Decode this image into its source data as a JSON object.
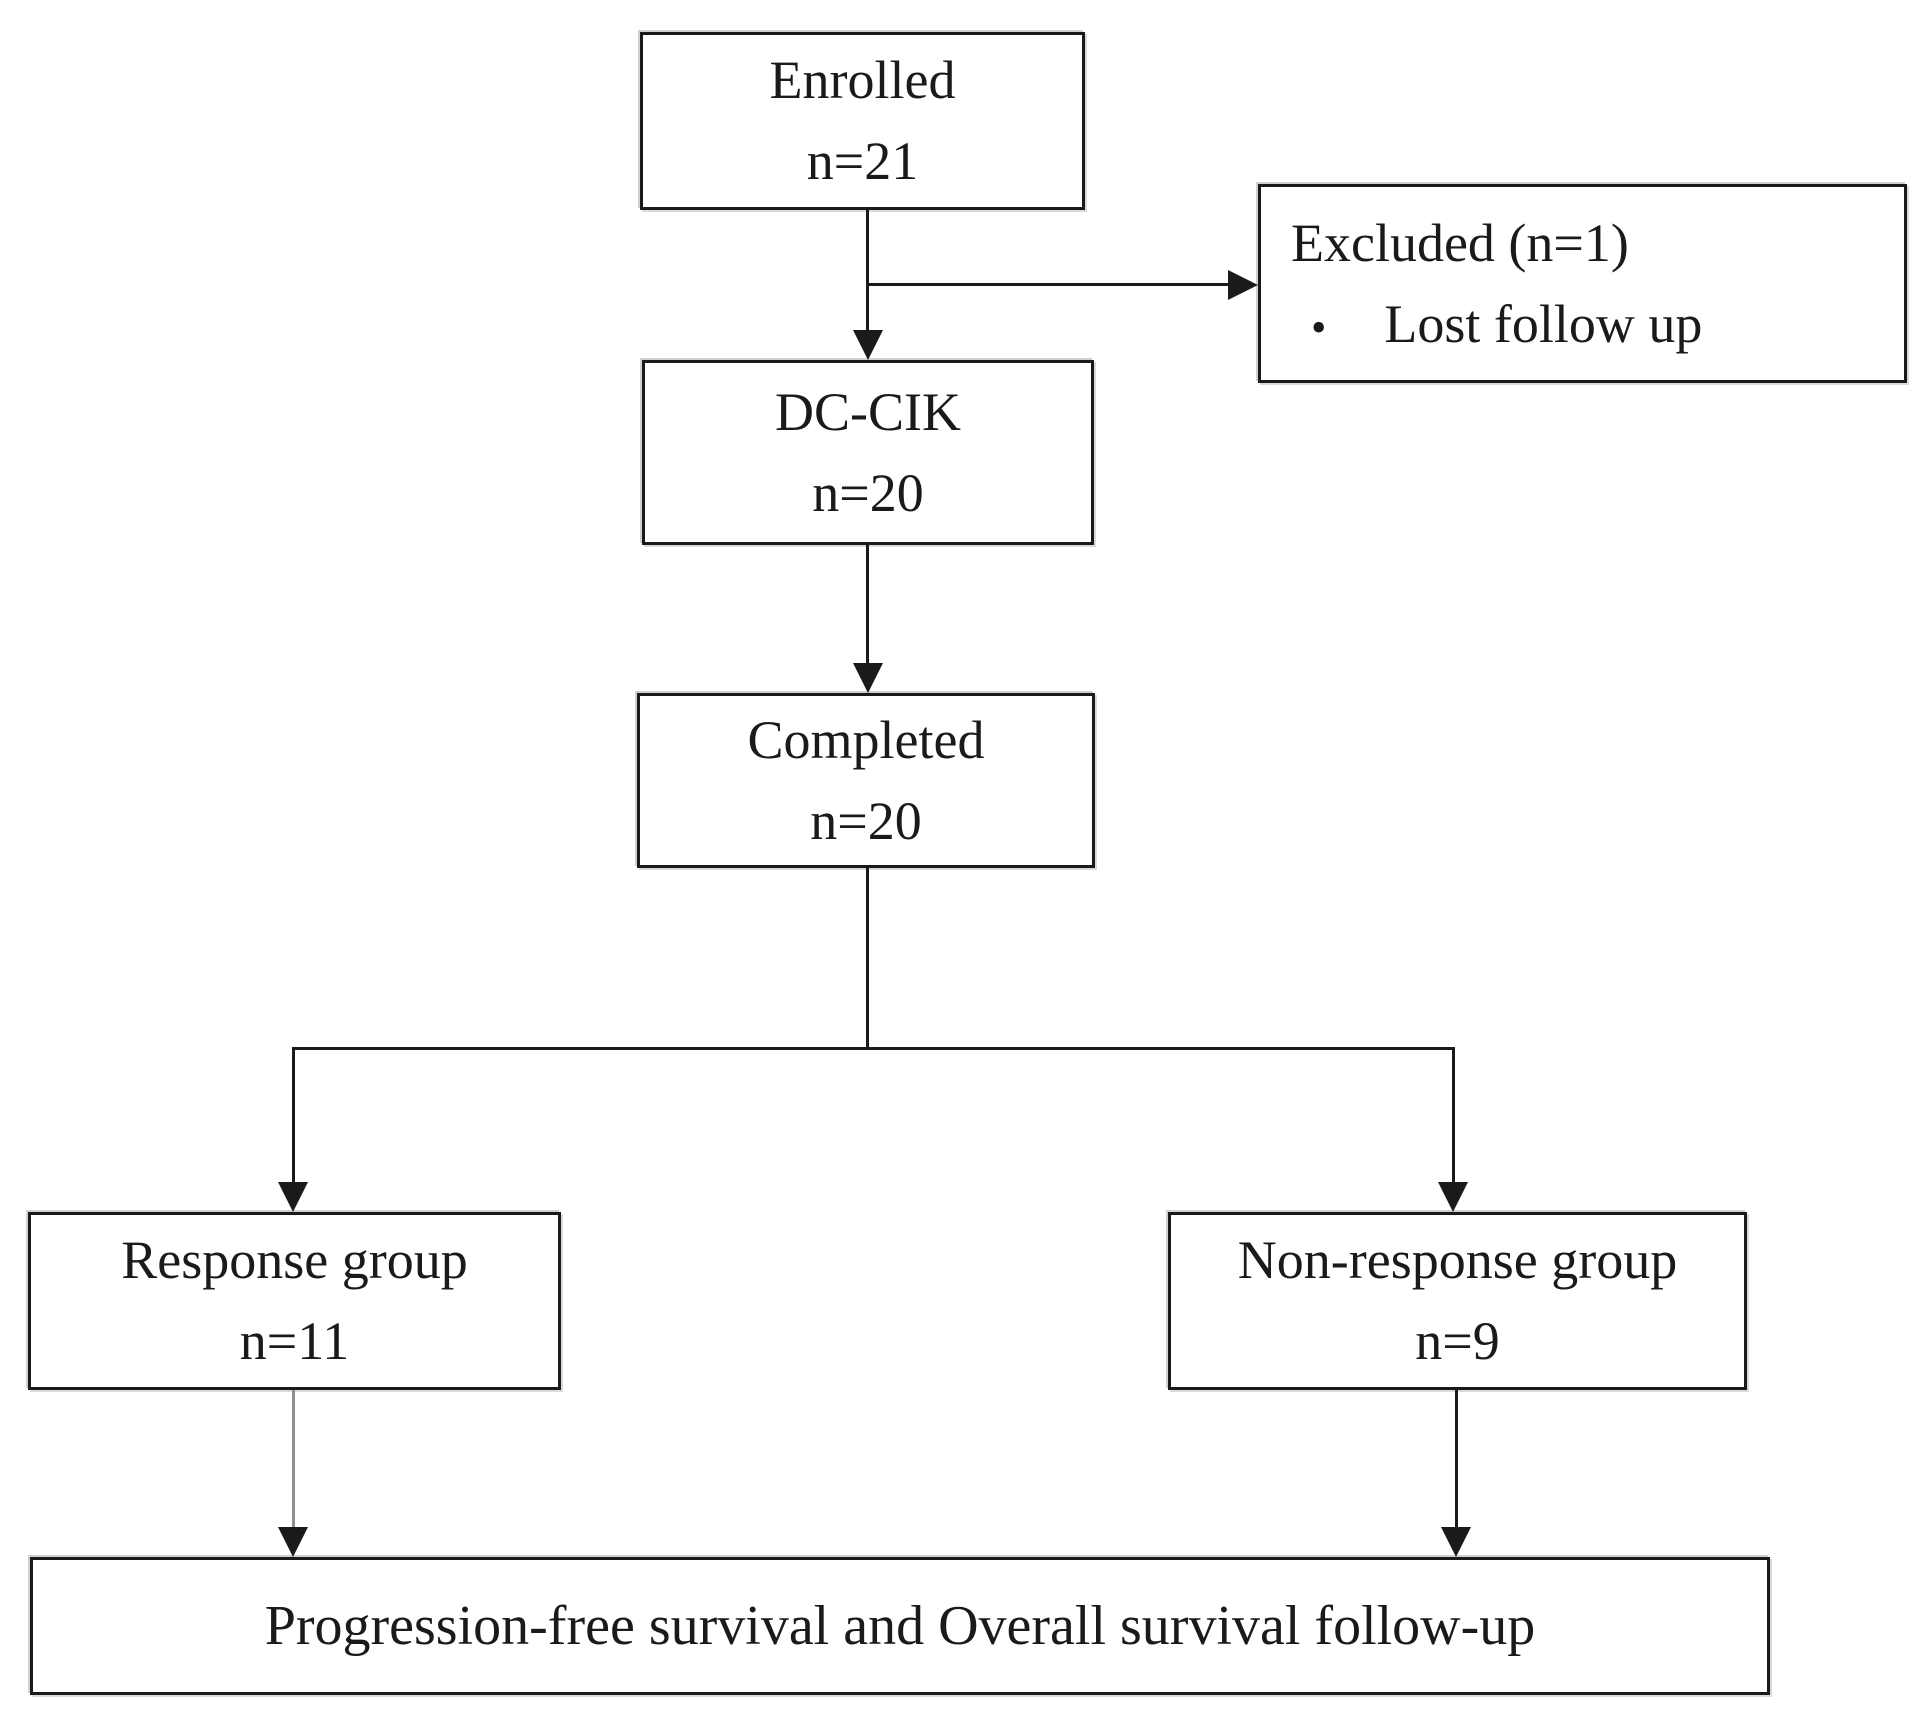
{
  "diagram": {
    "type": "flowchart",
    "description": "CONSORT-style patient enrollment flow diagram",
    "nodes": {
      "enrolled": {
        "label": "Enrolled",
        "count": "n=21"
      },
      "excluded": {
        "label": "Excluded (n=1)",
        "bullet_glyph": "•",
        "reason": "Lost follow up"
      },
      "dc_cik": {
        "label": "DC-CIK",
        "count": "n=20"
      },
      "completed": {
        "label": "Completed",
        "count": "n=20"
      },
      "response": {
        "label": "Response group",
        "count": "n=11"
      },
      "non_response": {
        "label": "Non-response group",
        "count": "n=9"
      },
      "followup": {
        "label": "Progression-free survival and Overall survival follow-up"
      }
    },
    "edges": [
      "enrolled -> dc_cik",
      "enrolled -> excluded",
      "dc_cik -> completed",
      "completed -> response",
      "completed -> non_response",
      "response -> followup",
      "non_response -> followup"
    ],
    "colors": {
      "background": "#ffffff",
      "box_border": "#1a1a1a",
      "text": "#1a1a1a",
      "connector": "#1a1a1a",
      "connector_gray": "#909090"
    }
  }
}
